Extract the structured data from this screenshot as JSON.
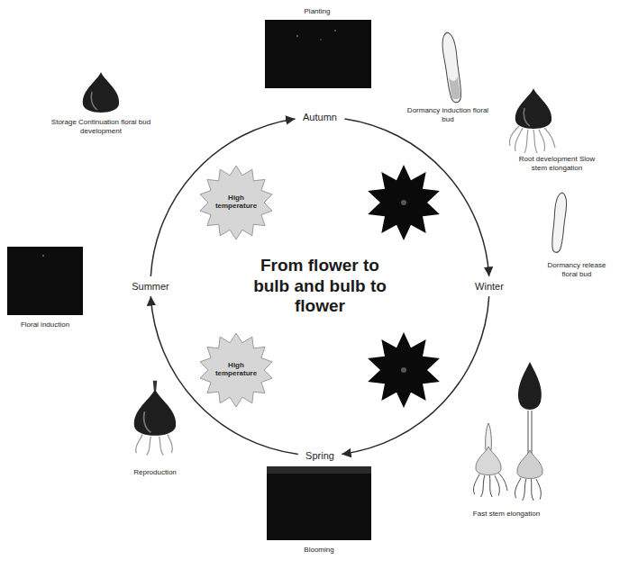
{
  "diagram": {
    "title": "From flower to bulb and bulb to flower",
    "nodes": [
      {
        "text": [
          "Autumn"
        ]
      },
      {
        "text": [
          "Winter"
        ]
      },
      {
        "text": [
          "Spring"
        ]
      },
      {
        "text": [
          "Summer"
        ]
      },
      {
        "text": [
          "High temperature"
        ]
      },
      {
        "text": [
          "High temperature"
        ]
      }
    ],
    "edges": [
      {
        "from": 0,
        "to": 1,
        "arrow": "to"
      },
      {
        "from": 1,
        "to": 2,
        "arrow": "to"
      },
      {
        "from": 2,
        "to": 3,
        "arrow": "to"
      },
      {
        "from": 3,
        "to": 0,
        "arrow": "to"
      }
    ],
    "labels": [
      "Planting",
      "Dormancy induction floral bud",
      "Root development Slow stem elongation",
      "Dormancy release floral bud",
      "Fast stem elongation",
      "Blooming",
      "Reproduction",
      "Floral induction",
      "Storage Continuation floral bud development"
    ]
  }
}
